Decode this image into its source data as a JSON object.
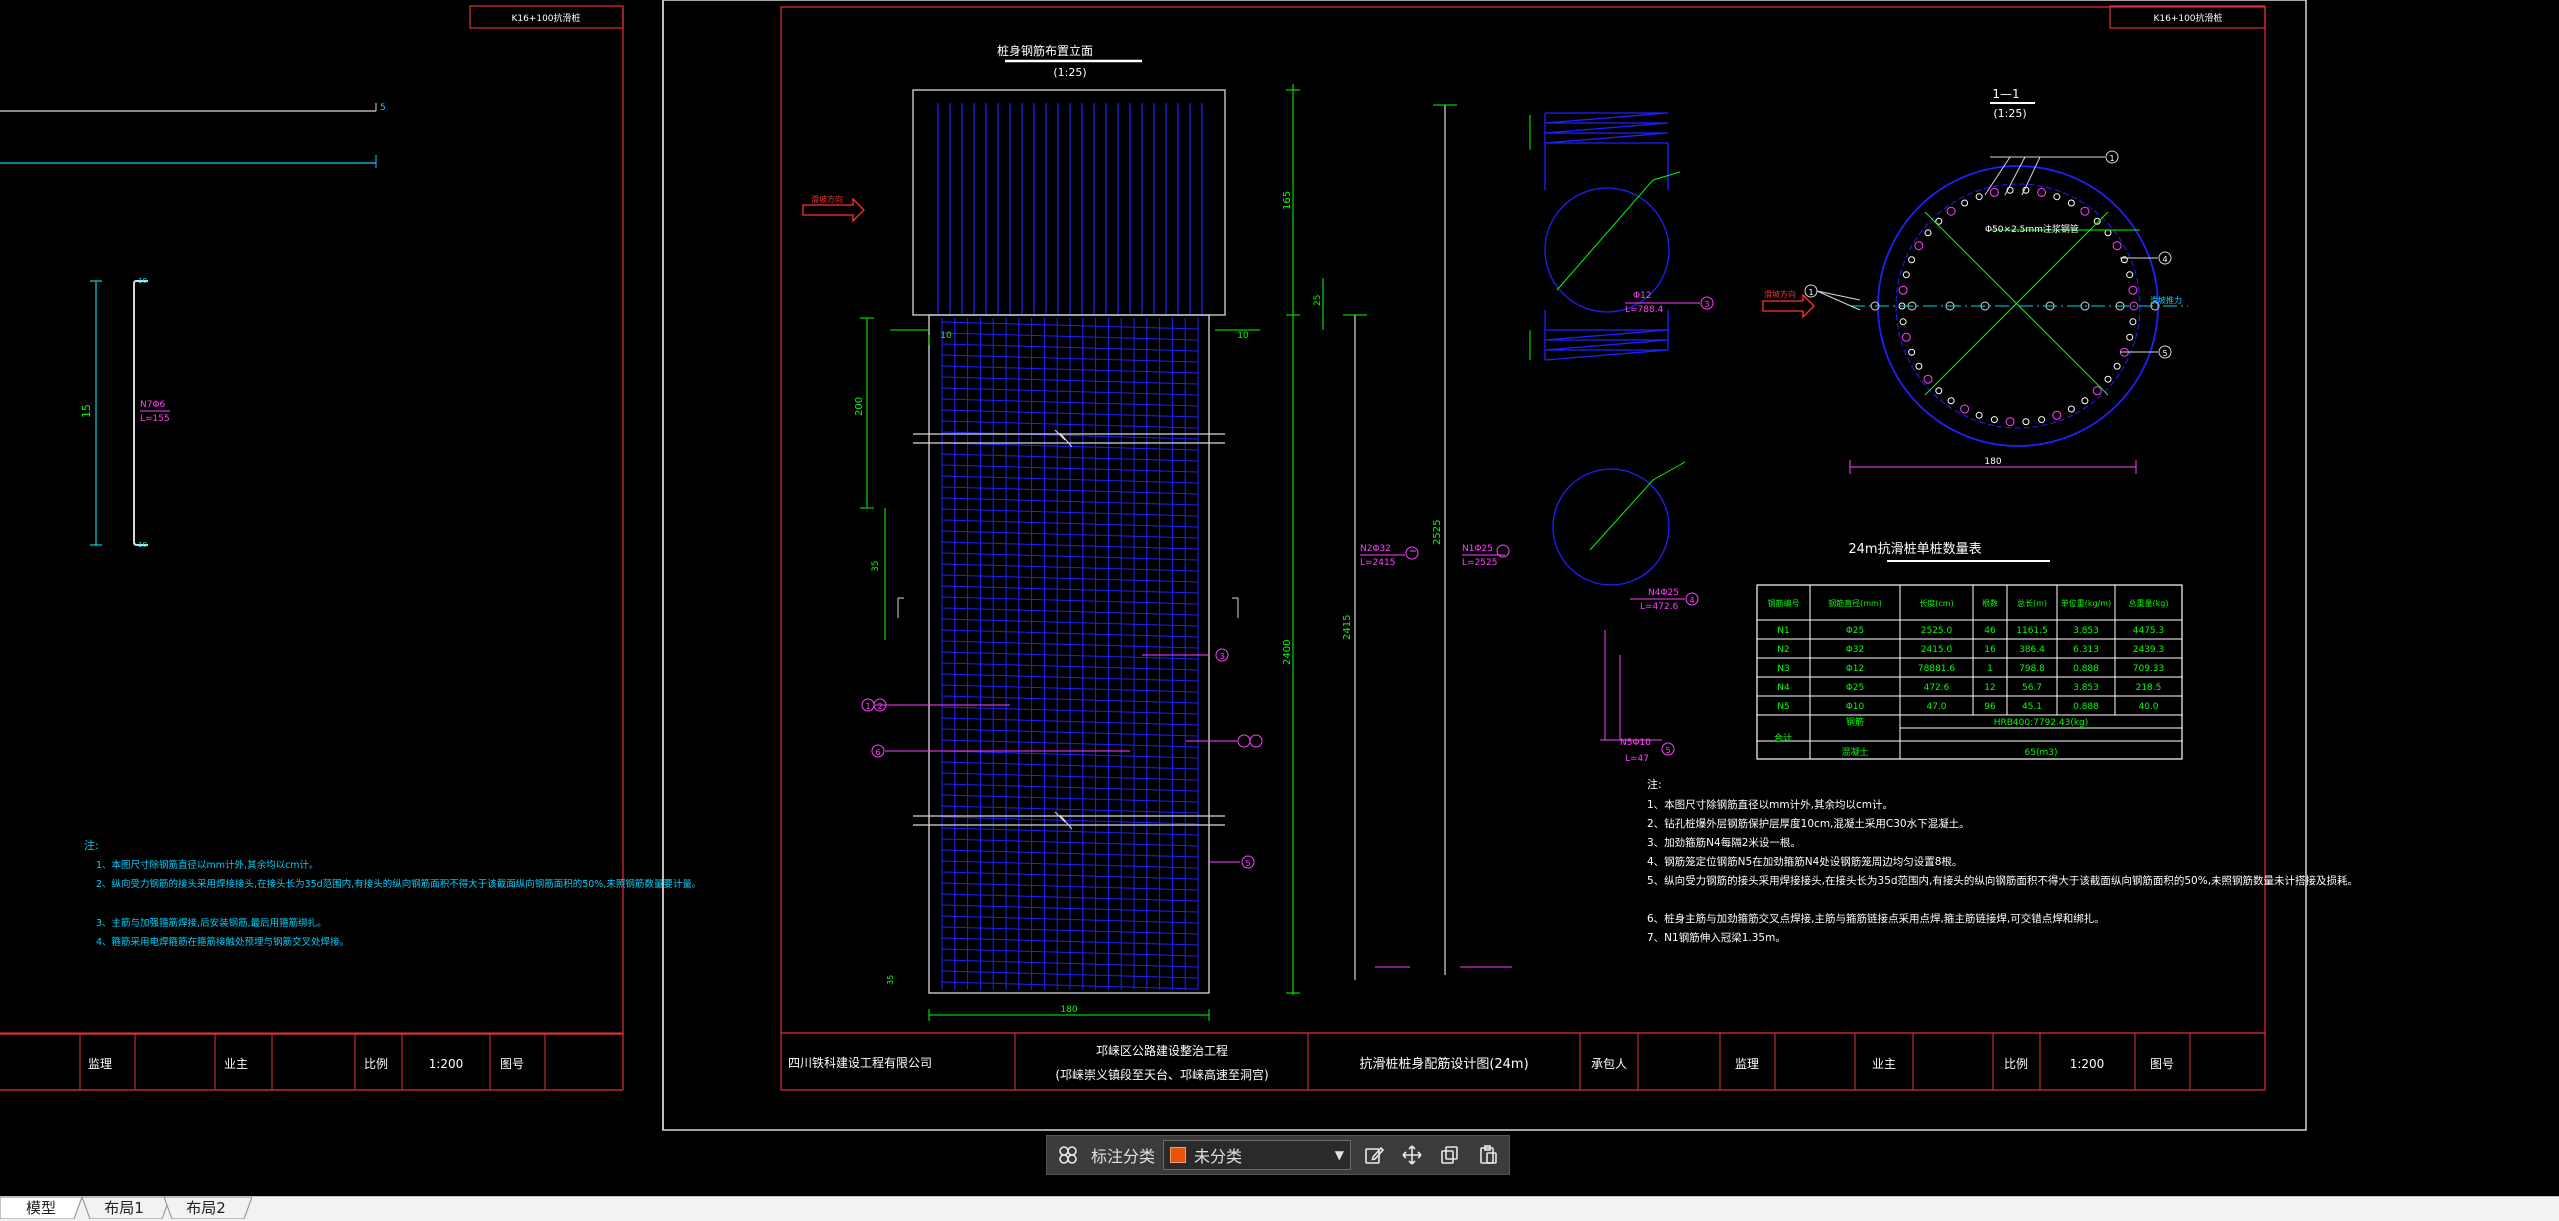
{
  "drawing": {
    "left_sheet": {
      "header_label": "K16+100抗滑桩",
      "dimension_label": "15",
      "rebar_label_1": "N7Φ6",
      "rebar_label_2": "L=155",
      "notes_title": "注:",
      "notes": [
        "1、本图尺寸除钢筋直径以mm计外,其余均以cm计。",
        "2、纵向受力钢筋的接头采用焊接接头,在接头长为35d范围内,有接头的纵向钢筋面积不得大于该截面纵向钢筋面积的50%,未照钢筋数量要计量。",
        "3、主筋与加强箍筋焊接,后安装钢筋,最后用箍筋绑扎。",
        "4、箍筋采用电焊箍筋在箍筋接触处预埋与钢筋交叉处焊接。"
      ],
      "footer": [
        "监理",
        "业主",
        "比例",
        "1:200",
        "图号"
      ]
    },
    "main_sheet": {
      "header_label": "K16+100抗滑桩",
      "elevation_title": "桩身钢筋布置立面",
      "elevation_scale": "(1:25)",
      "slide_direction_label": "滑坡方向",
      "section_title": "1—1",
      "section_scale": "(1:25)",
      "dims": {
        "top_width_left": "10",
        "top_width_right": "10",
        "upper_height": "165",
        "mid_height": "25",
        "segment_200": "200",
        "total_2400": "2400",
        "span_2415": "2415",
        "span_2525": "2525",
        "bottom_width": "180",
        "section_width": "180",
        "cap_left_35": "35",
        "cap_right_35": "35"
      },
      "rebar_callouts": {
        "n1": "N1Φ25",
        "n1_len": "L=2525",
        "n2": "N2Φ32",
        "n2_len": "L=2415",
        "n3": "Φ12",
        "n3_len": "L=788.4",
        "n4": "N4Φ25",
        "n4_len": "L=472.6",
        "n5": "N5Φ10",
        "n5_len": "L=47",
        "spiral_label": "Φ50×2.5mm注浆钢管",
        "side_label": "滑坡推力"
      },
      "circle_numbers": [
        "1",
        "2",
        "3",
        "4",
        "5",
        "6"
      ],
      "table_title": "24m抗滑桩单桩数量表",
      "table": {
        "headers": [
          "钢筋编号",
          "钢筋直径(mm)",
          "长度(cm)",
          "根数",
          "总长(m)",
          "单位重(kg/m)",
          "总重量(kg)"
        ],
        "rows": [
          [
            "N1",
            "Φ25",
            "2525.0",
            "46",
            "1161.5",
            "3.853",
            "4475.3"
          ],
          [
            "N2",
            "Φ32",
            "2415.0",
            "16",
            "386.4",
            "6.313",
            "2439.3"
          ],
          [
            "N3",
            "Φ12",
            "78881.6",
            "1",
            "798.8",
            "0.888",
            "709.33"
          ],
          [
            "N4",
            "Φ25",
            "472.6",
            "12",
            "56.7",
            "3.853",
            "218.5"
          ],
          [
            "N5",
            "Φ10",
            "47.0",
            "96",
            "45.1",
            "0.888",
            "40.0"
          ]
        ],
        "total_label": "合计",
        "total_rows": [
          [
            "钢筋",
            "HRB400:7792.43(kg)"
          ],
          [
            "混凝土",
            "65(m3)"
          ]
        ]
      },
      "notes_title": "注:",
      "notes": [
        "1、本图尺寸除钢筋直径以mm计外,其余均以cm计。",
        "2、钻孔桩爆外层钢筋保护层厚度10cm,混凝土采用C30水下混凝土。",
        "3、加劲箍筋N4每隔2米设一根。",
        "4、钢筋笼定位钢筋N5在加劲箍筋N4处设钢筋笼周边均匀设置8根。",
        "5、纵向受力钢筋的接头采用焊接接头,在接头长为35d范围内,有接头的纵向钢筋面积不得大于该截面纵向钢筋面积的50%,未照钢筋数量未计搭接及损耗。",
        "6、桩身主筋与加劲箍筋交叉点焊接,主筋与箍筋链接点采用点焊,箍主筋链接焊,可交错点焊和绑扎。",
        "7、N1钢筋伸入冠梁1.35m。"
      ],
      "footer": {
        "company": "四川铁科建设工程有限公司",
        "project_line1": "邛崃区公路建设整治工程",
        "project_line2": "(邛崃崇义镇段至天台、邛崃高速至洞宫)",
        "drawing_name": "抗滑桩桩身配筋设计图(24m)",
        "cells": [
          "承包人",
          "监理",
          "业主",
          "比例",
          "1:200",
          "图号"
        ]
      }
    }
  },
  "annotation_toolbar": {
    "label": "标注分类",
    "selected": "未分类",
    "swatch_color": "#e8520a"
  },
  "tabs": [
    {
      "label": "模型",
      "active": true
    },
    {
      "label": "布局1",
      "active": false
    },
    {
      "label": "布局2",
      "active": false
    }
  ]
}
